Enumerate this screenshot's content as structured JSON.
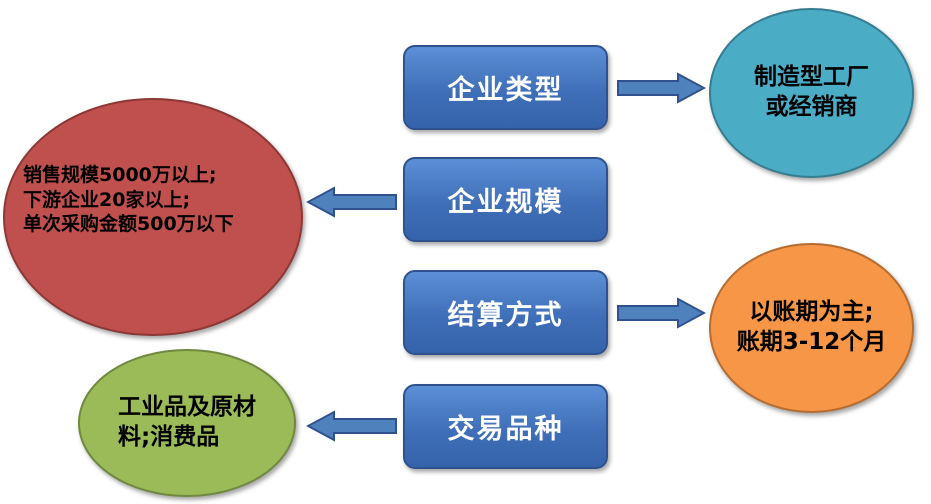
{
  "boxes": [
    {
      "label": "企业类型"
    },
    {
      "label": "企业规模"
    },
    {
      "label": "结算方式"
    },
    {
      "label": "交易品种"
    }
  ],
  "ellipses": [
    {
      "text": "制造型工厂\n或经销商",
      "color": "#4bacc6"
    },
    {
      "text": "销售规模5000万以上;\n下游企业20家以上;\n单次采购金额500万以下",
      "color": "#c0504d"
    },
    {
      "text": "以账期为主;\n账期3-12个月",
      "color": "#f79646"
    },
    {
      "text": "工业品及原材\n料;消费品",
      "color": "#9bbb59"
    }
  ],
  "colors": {
    "box": "#4f81bd",
    "arrow": "#4f81bd"
  }
}
